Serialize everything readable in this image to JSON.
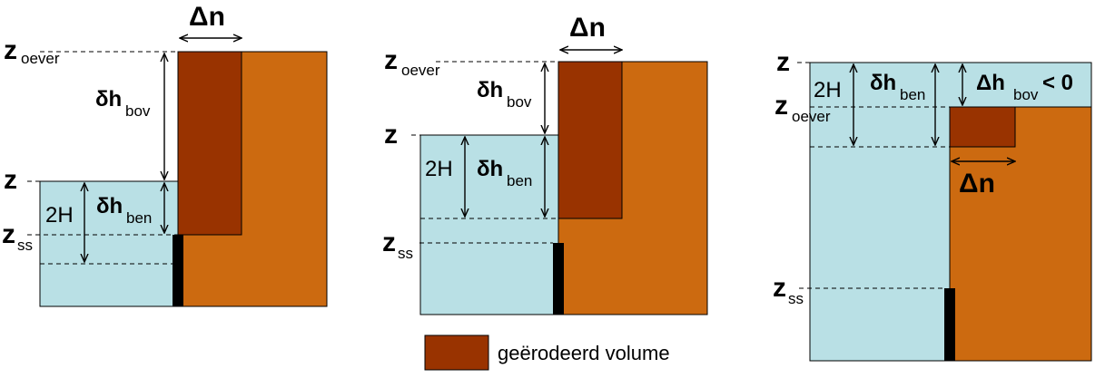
{
  "colors": {
    "water": "#b9e0e5",
    "soil": "#cc6a10",
    "eroded": "#993300",
    "structure": "#000000",
    "outline": "#000000"
  },
  "symbols": {
    "z": "z",
    "oever_sub": "oever",
    "ss_sub": "ss",
    "delta_n": "Δn",
    "delta_h": "δh",
    "bov_sub": "bov",
    "ben_sub": "ben",
    "two_h": "2H",
    "delta_h_bov_cap": "Δh",
    "less_than_zero": "< 0"
  },
  "legend": {
    "label": "geërodeerd volume"
  }
}
